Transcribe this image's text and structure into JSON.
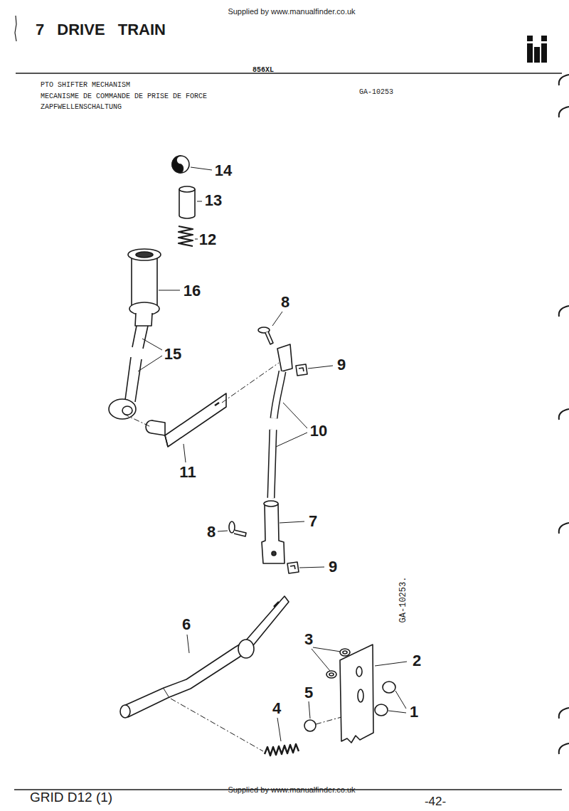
{
  "diagram": {
    "title": "7 DRIVE TRAIN",
    "labels": [
      "Supplied by www.manualfinder.co.uk",
      "856XL",
      "PTO SHIFTER MECHANISM",
      "MECANISME DE COMMANDE DE PRISE DE FORCE",
      "ZAPFWELLENSCHALTUNG",
      "GA-10253",
      "14",
      "13",
      "12",
      "16",
      "15",
      "8",
      "9",
      "11",
      "10",
      "8",
      "7",
      "9",
      "6",
      "3",
      "2",
      "5",
      "4",
      "1",
      "GA-10253.",
      "GRID D12 (1)",
      "Supplied by www.manualfinder.co.uk",
      "-42-"
    ]
  }
}
